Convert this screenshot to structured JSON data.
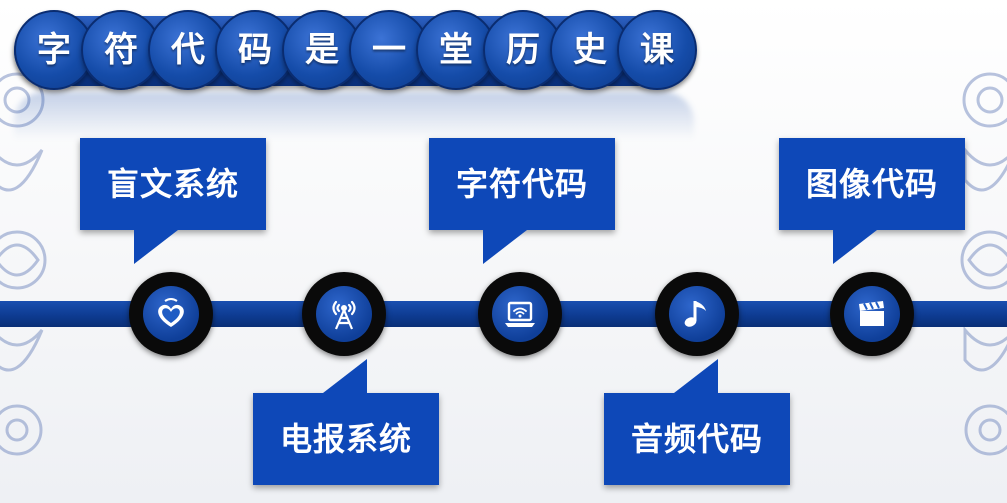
{
  "title": {
    "chars": [
      "字",
      "符",
      "代",
      "码",
      "是",
      "一",
      "堂",
      "历",
      "史",
      "课"
    ]
  },
  "timeline": {
    "items": [
      {
        "label": "盲文系统",
        "icon": "heart-pendant-icon",
        "position": "up"
      },
      {
        "label": "电报系统",
        "icon": "radio-tower-icon",
        "position": "down"
      },
      {
        "label": "字符代码",
        "icon": "laptop-wifi-icon",
        "position": "up"
      },
      {
        "label": "音频代码",
        "icon": "music-note-icon",
        "position": "down"
      },
      {
        "label": "图像代码",
        "icon": "clapperboard-icon",
        "position": "up"
      }
    ]
  },
  "colors": {
    "primary_blue": "#0e48b8",
    "dark_blue": "#0a2f77",
    "node_black": "#0a0a0a",
    "background": "#f5f6f8"
  }
}
